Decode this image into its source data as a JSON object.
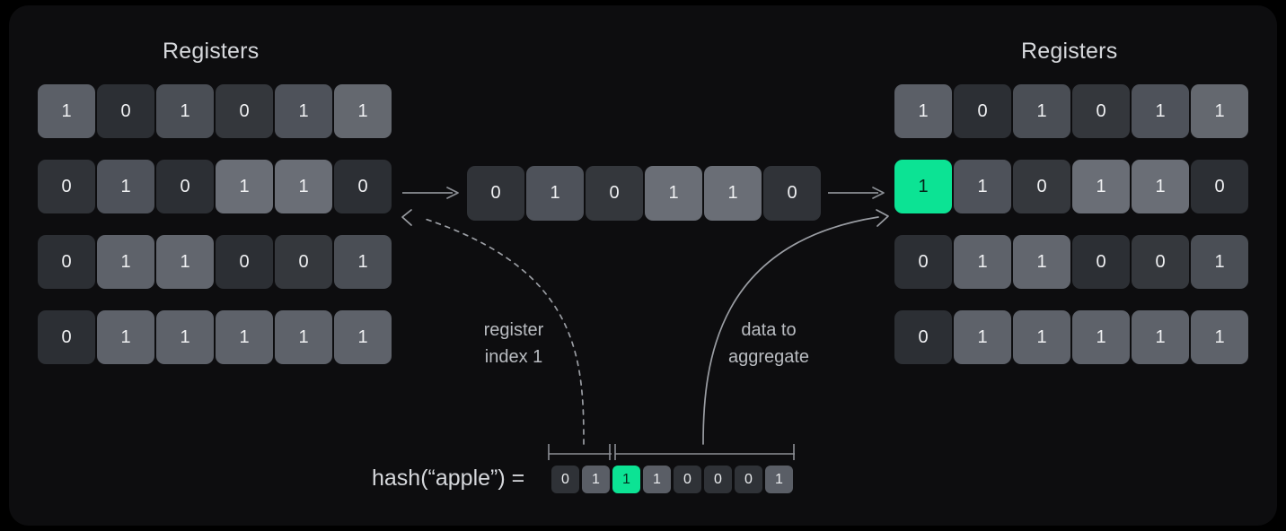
{
  "panel": {
    "background": "#0d0d0f",
    "page_background": "#000000"
  },
  "accent": {
    "highlight": "#0ce394",
    "highlight_text": "#04261a",
    "line": "#8b8e94",
    "text": "#d6d8dc",
    "muted_text": "#b9bcc1"
  },
  "left_panel": {
    "title": "Registers",
    "rows": [
      {
        "cells": [
          {
            "value": "1",
            "shade": "#5b5f67",
            "highlight": false
          },
          {
            "value": "0",
            "shade": "#2c2f34",
            "highlight": false
          },
          {
            "value": "1",
            "shade": "#4a4e55",
            "highlight": false
          },
          {
            "value": "0",
            "shade": "#34373c",
            "highlight": false
          },
          {
            "value": "1",
            "shade": "#4e525a",
            "highlight": false
          },
          {
            "value": "1",
            "shade": "#64686f",
            "highlight": false
          }
        ]
      },
      {
        "cells": [
          {
            "value": "0",
            "shade": "#303338",
            "highlight": false
          },
          {
            "value": "1",
            "shade": "#4e525a",
            "highlight": false
          },
          {
            "value": "0",
            "shade": "#2c2f34",
            "highlight": false
          },
          {
            "value": "1",
            "shade": "#6a6e76",
            "highlight": false
          },
          {
            "value": "1",
            "shade": "#6a6e76",
            "highlight": false
          },
          {
            "value": "0",
            "shade": "#2c2f34",
            "highlight": false
          }
        ]
      },
      {
        "cells": [
          {
            "value": "0",
            "shade": "#2c2f34",
            "highlight": false
          },
          {
            "value": "1",
            "shade": "#5e626a",
            "highlight": false
          },
          {
            "value": "1",
            "shade": "#62666e",
            "highlight": false
          },
          {
            "value": "0",
            "shade": "#2c2f34",
            "highlight": false
          },
          {
            "value": "0",
            "shade": "#35383d",
            "highlight": false
          },
          {
            "value": "1",
            "shade": "#4a4e55",
            "highlight": false
          }
        ]
      },
      {
        "cells": [
          {
            "value": "0",
            "shade": "#2c2f34",
            "highlight": false
          },
          {
            "value": "1",
            "shade": "#5e626a",
            "highlight": false
          },
          {
            "value": "1",
            "shade": "#5e626a",
            "highlight": false
          },
          {
            "value": "1",
            "shade": "#5e626a",
            "highlight": false
          },
          {
            "value": "1",
            "shade": "#5e626a",
            "highlight": false
          },
          {
            "value": "1",
            "shade": "#5e626a",
            "highlight": false
          }
        ]
      }
    ]
  },
  "right_panel": {
    "title": "Registers",
    "rows": [
      {
        "cells": [
          {
            "value": "1",
            "shade": "#5b5f67",
            "highlight": false
          },
          {
            "value": "0",
            "shade": "#2c2f34",
            "highlight": false
          },
          {
            "value": "1",
            "shade": "#4a4e55",
            "highlight": false
          },
          {
            "value": "0",
            "shade": "#34373c",
            "highlight": false
          },
          {
            "value": "1",
            "shade": "#4e525a",
            "highlight": false
          },
          {
            "value": "1",
            "shade": "#64686f",
            "highlight": false
          }
        ]
      },
      {
        "cells": [
          {
            "value": "1",
            "shade": "#0ce394",
            "highlight": true
          },
          {
            "value": "1",
            "shade": "#4e525a",
            "highlight": false
          },
          {
            "value": "0",
            "shade": "#35383d",
            "highlight": false
          },
          {
            "value": "1",
            "shade": "#6a6e76",
            "highlight": false
          },
          {
            "value": "1",
            "shade": "#6a6e76",
            "highlight": false
          },
          {
            "value": "0",
            "shade": "#2c2f34",
            "highlight": false
          }
        ]
      },
      {
        "cells": [
          {
            "value": "0",
            "shade": "#2c2f34",
            "highlight": false
          },
          {
            "value": "1",
            "shade": "#5e626a",
            "highlight": false
          },
          {
            "value": "1",
            "shade": "#62666e",
            "highlight": false
          },
          {
            "value": "0",
            "shade": "#2c2f34",
            "highlight": false
          },
          {
            "value": "0",
            "shade": "#35383d",
            "highlight": false
          },
          {
            "value": "1",
            "shade": "#4a4e55",
            "highlight": false
          }
        ]
      },
      {
        "cells": [
          {
            "value": "0",
            "shade": "#2c2f34",
            "highlight": false
          },
          {
            "value": "1",
            "shade": "#5e626a",
            "highlight": false
          },
          {
            "value": "1",
            "shade": "#5e626a",
            "highlight": false
          },
          {
            "value": "1",
            "shade": "#5e626a",
            "highlight": false
          },
          {
            "value": "1",
            "shade": "#5e626a",
            "highlight": false
          },
          {
            "value": "1",
            "shade": "#5e626a",
            "highlight": false
          }
        ]
      }
    ]
  },
  "middle_row": {
    "cells": [
      {
        "value": "0",
        "shade": "#303338",
        "highlight": false
      },
      {
        "value": "1",
        "shade": "#4e525a",
        "highlight": false
      },
      {
        "value": "0",
        "shade": "#34373c",
        "highlight": false
      },
      {
        "value": "1",
        "shade": "#6a6e76",
        "highlight": false
      },
      {
        "value": "1",
        "shade": "#6a6e76",
        "highlight": false
      },
      {
        "value": "0",
        "shade": "#303338",
        "highlight": false
      }
    ]
  },
  "annotations": {
    "register_index": "register\nindex 1",
    "data_to_aggregate": "data to\naggregate"
  },
  "hash": {
    "label": "hash(“apple”) =",
    "bits": [
      {
        "value": "0",
        "shade": "#2f3237",
        "highlight": false
      },
      {
        "value": "1",
        "shade": "#5a5e66",
        "highlight": false
      },
      {
        "value": "1",
        "shade": "#0ce394",
        "highlight": true
      },
      {
        "value": "1",
        "shade": "#5a5e66",
        "highlight": false
      },
      {
        "value": "0",
        "shade": "#2f3237",
        "highlight": false
      },
      {
        "value": "0",
        "shade": "#2f3237",
        "highlight": false
      },
      {
        "value": "0",
        "shade": "#2f3237",
        "highlight": false
      },
      {
        "value": "1",
        "shade": "#5a5e66",
        "highlight": false
      }
    ]
  }
}
